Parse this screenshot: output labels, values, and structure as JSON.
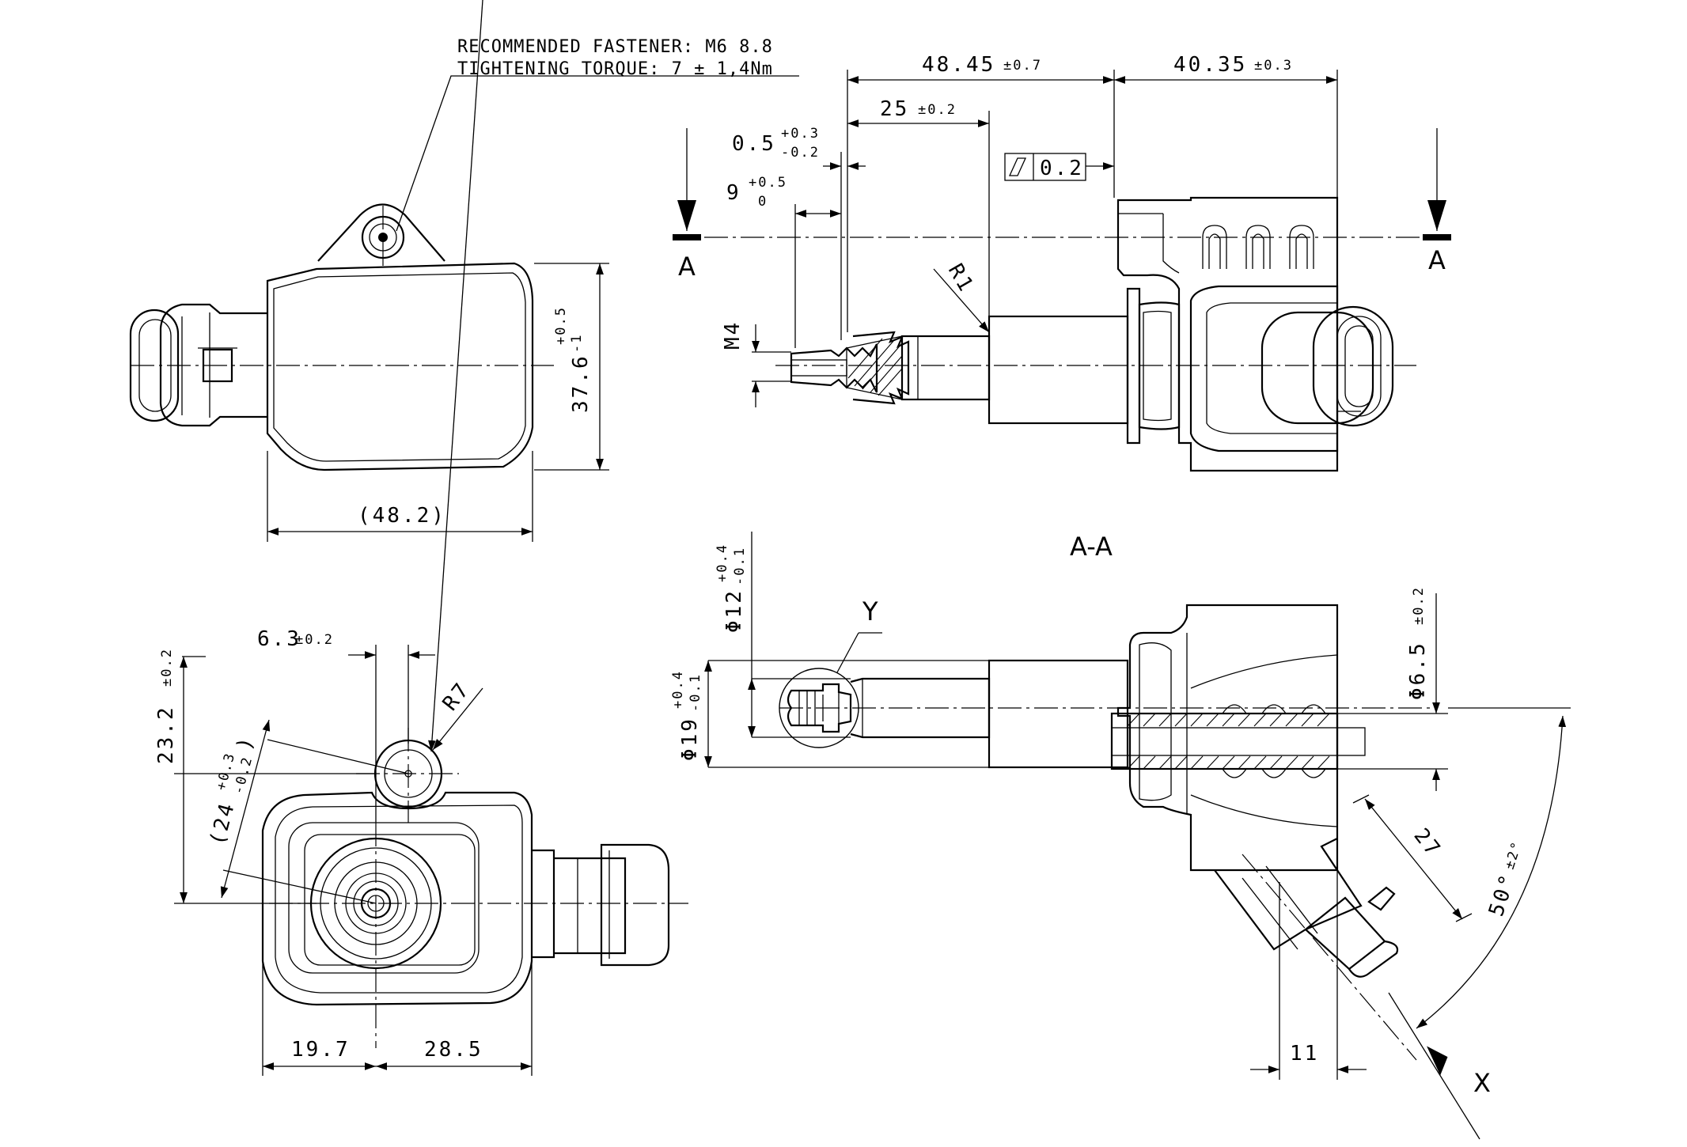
{
  "notes": {
    "fastener": "RECOMMENDED FASTENER: M6 8.8",
    "torque": "TIGHTENING TORQUE: 7 ± 1,4Nm"
  },
  "labels": {
    "section_a_left": "A",
    "section_a_right": "A",
    "section_title": "A-A",
    "detail_y": "Y",
    "axis_x": "X"
  },
  "dims": {
    "d_48_45": "48.45",
    "d_48_45_tol": "±0.7",
    "d_40_35": "40.35",
    "d_40_35_tol": "±0.3",
    "d_25": "25",
    "d_25_tol": "±0.2",
    "d_0_5": "0.5",
    "d_0_5_tol_up": "+0.3",
    "d_0_5_tol_low": "-0.2",
    "d_9": "9",
    "d_9_tol_up": "+0.5",
    "d_9_tol_low": "0",
    "flatness": "0.2",
    "r1": "R1",
    "m4": "M4",
    "d_37_6": "37.6",
    "d_37_6_tol_up": "+0.5",
    "d_37_6_tol_low": "-1",
    "d_48_2": "(48.2)",
    "d_6_3": "6.3",
    "d_6_3_tol": "±0.2",
    "r7": "R7",
    "d_23_2": "23.2",
    "d_23_2_tol": "±0.2",
    "d_24": "(24",
    "d_24_tol_up": "+0.3",
    "d_24_tol_low": "-0.2",
    "d_24_close": ")",
    "d_19_7": "19.7",
    "d_28_5": "28.5",
    "d_phi12": "Φ12",
    "d_phi12_tol_up": "+0.4",
    "d_phi12_tol_low": "-0.1",
    "d_phi19": "Φ19",
    "d_phi19_tol_up": "+0.4",
    "d_phi19_tol_low": "-0.1",
    "d_phi6_5": "Φ6.5",
    "d_phi6_5_tol": "±0.2",
    "d_27": "27",
    "d_50deg": "50°",
    "d_50deg_tol": "±2°",
    "d_11": "11"
  }
}
